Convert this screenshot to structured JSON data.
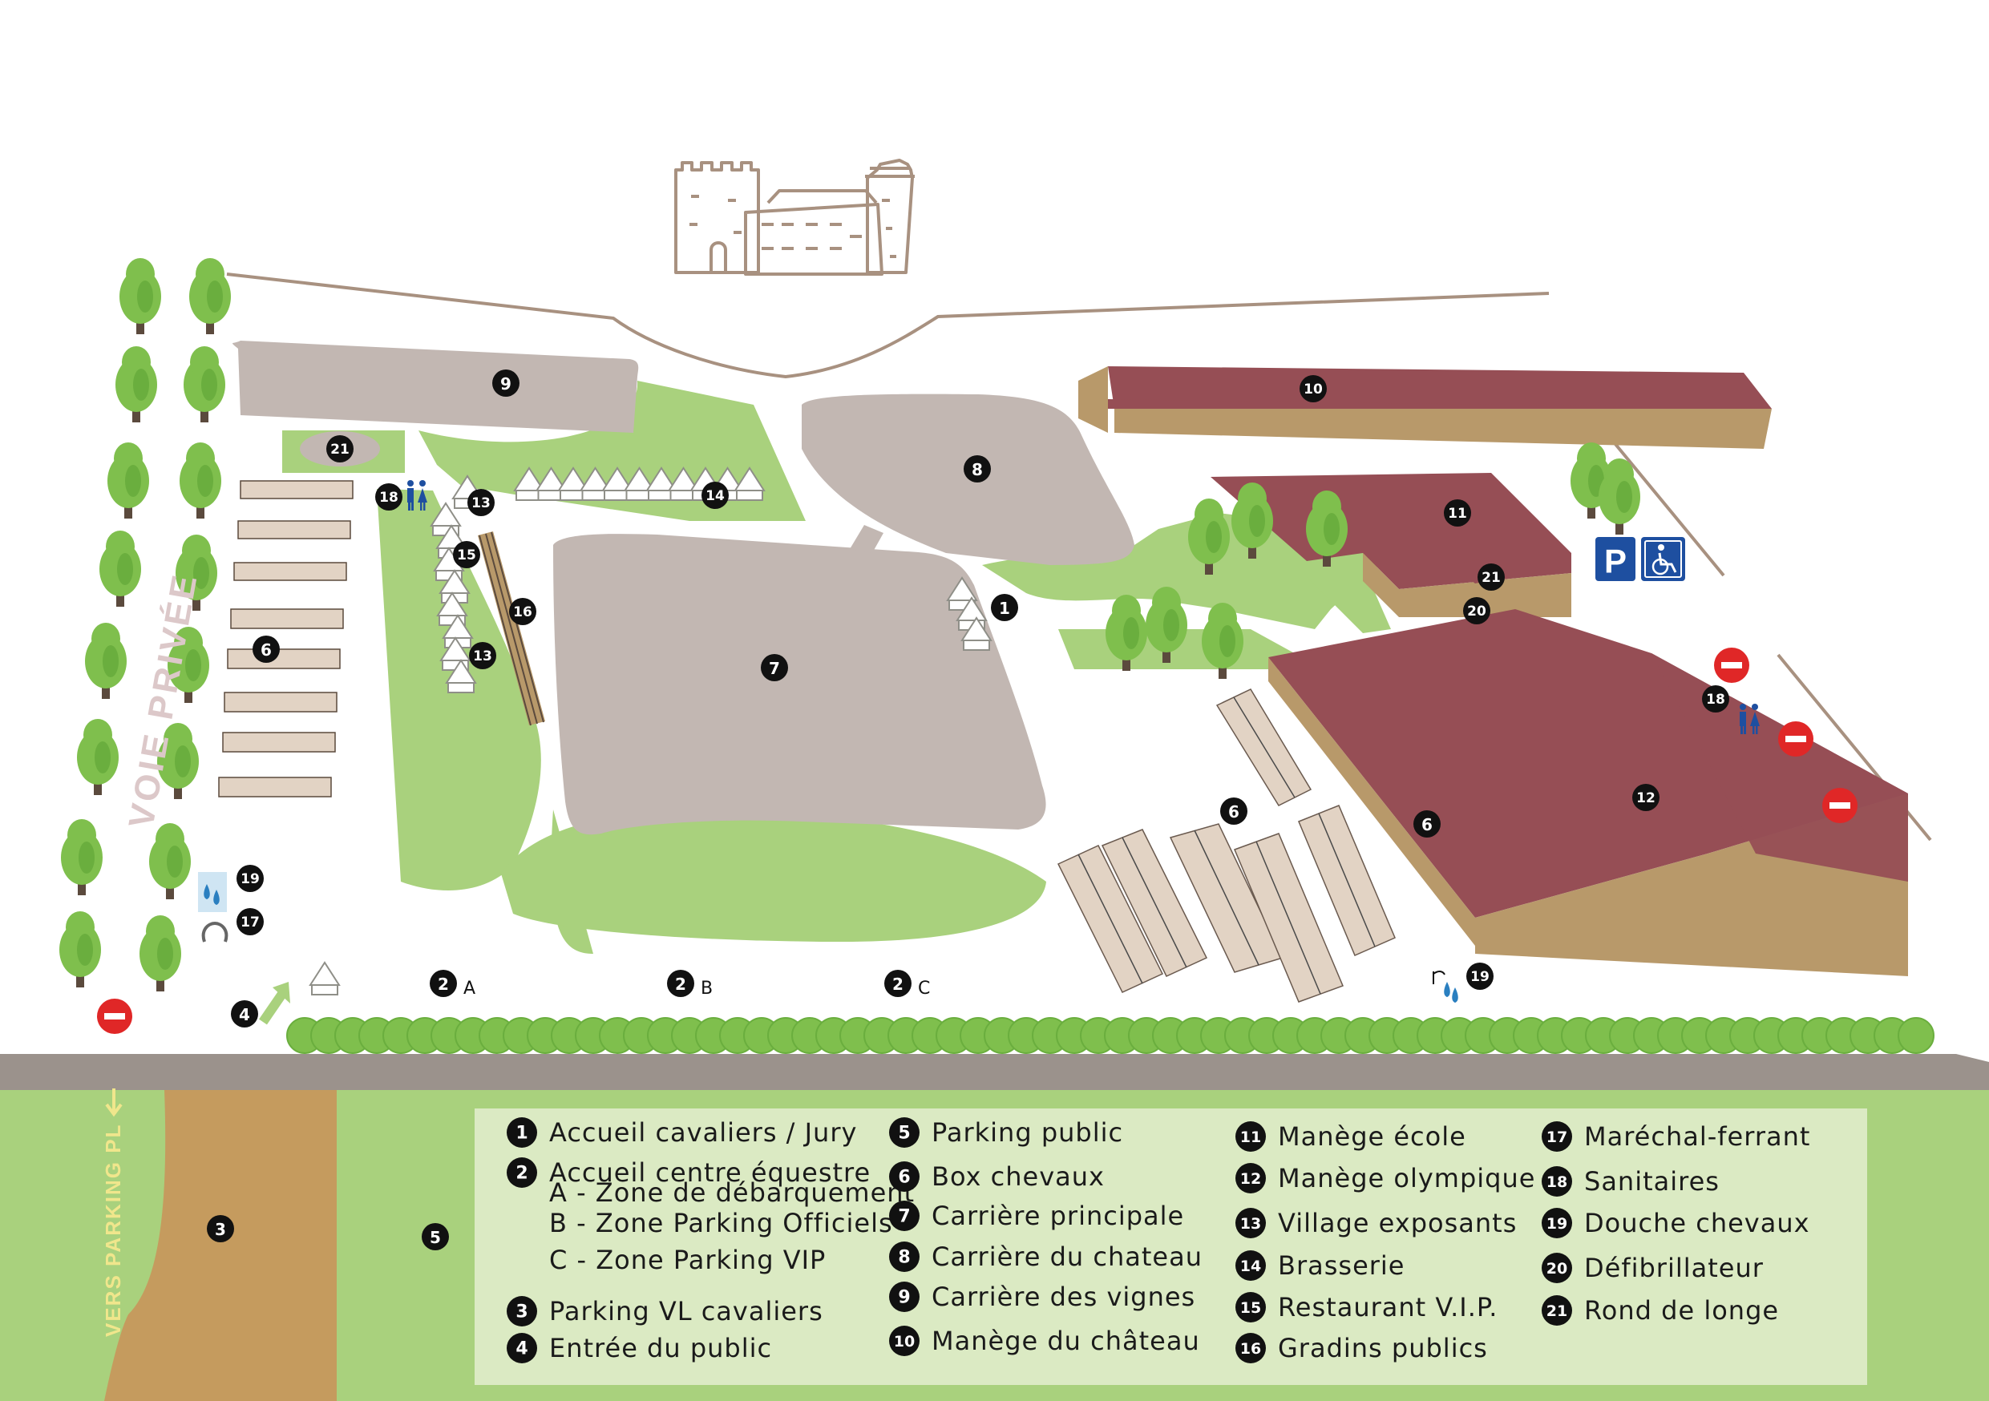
{
  "colors": {
    "background": "#ffffff",
    "grass": "#a9d17d",
    "arena": "#c2b7b2",
    "roof": "#964e55",
    "wall": "#b8996a",
    "stables": "#e2d3c4",
    "road": "#9b928c",
    "parking_pl": "#c59b5e",
    "legend_bg": "#dbeac3",
    "tree": "#7fbf4d",
    "trunk": "#5b4a3d",
    "marker": "#111111",
    "no_entry": "#e02727",
    "parking_sign": "#1e4fa0",
    "water": "#2a7fc0",
    "path": "#8f8f88",
    "road_label": "#dcc8c9",
    "arrow": "#f0e68c",
    "castle_line": "#a89180"
  },
  "road_labels": {
    "voie_privee": "VOIE PRIVÉE",
    "vers_parking_pl": "VERS PARKING PL"
  },
  "markers": {
    "m1": "1",
    "m2a": "2",
    "m2b": "2",
    "m2c": "2",
    "m3": "3",
    "m4": "4",
    "m5": "5",
    "m6a": "6",
    "m6b": "6",
    "m6c": "6",
    "m7": "7",
    "m8": "8",
    "m9": "9",
    "m10": "10",
    "m11": "11",
    "m12": "12",
    "m13a": "13",
    "m13b": "13",
    "m14": "14",
    "m15": "15",
    "m16": "16",
    "m17": "17",
    "m18a": "18",
    "m18b": "18",
    "m19a": "19",
    "m19b": "19",
    "m20": "20",
    "m21a": "21",
    "m21b": "21"
  },
  "zone_letters": {
    "a": "A",
    "b": "B",
    "c": "C"
  },
  "legend": {
    "col1": [
      {
        "num": "1",
        "text": "Accueil cavaliers / Jury"
      },
      {
        "num": "2",
        "text": "Accueil centre équestre",
        "sub": [
          "A - Zone de débarquement",
          "B - Zone Parking Officiels",
          "C - Zone Parking VIP"
        ]
      },
      {
        "num": "3",
        "text": "Parking VL cavaliers"
      },
      {
        "num": "4",
        "text": "Entrée du public"
      }
    ],
    "col2": [
      {
        "num": "5",
        "text": "Parking public"
      },
      {
        "num": "6",
        "text": "Box chevaux"
      },
      {
        "num": "7",
        "text": "Carrière principale"
      },
      {
        "num": "8",
        "text": "Carrière du chateau"
      },
      {
        "num": "9",
        "text": "Carrière des vignes"
      },
      {
        "num": "10",
        "text": "Manège du château"
      }
    ],
    "col3": [
      {
        "num": "11",
        "text": "Manège école"
      },
      {
        "num": "12",
        "text": "Manège olympique"
      },
      {
        "num": "13",
        "text": "Village exposants"
      },
      {
        "num": "14",
        "text": "Brasserie"
      },
      {
        "num": "15",
        "text": "Restaurant V.I.P."
      },
      {
        "num": "16",
        "text": "Gradins publics"
      }
    ],
    "col4": [
      {
        "num": "17",
        "text": "Maréchal-ferrant"
      },
      {
        "num": "18",
        "text": "Sanitaires"
      },
      {
        "num": "19",
        "text": "Douche chevaux"
      },
      {
        "num": "20",
        "text": "Défibrillateur"
      },
      {
        "num": "21",
        "text": "Rond de longe"
      }
    ]
  },
  "icons": {
    "parking": "parking-sign-icon",
    "accessible": "wheelchair-icon",
    "no_entry": "no-entry-icon",
    "restroom": "restroom-icon",
    "shower": "water-drops-icon",
    "horseshoe": "horseshoe-icon",
    "tent": "tent-icon",
    "tree": "tree-icon",
    "castle": "castle-icon",
    "arrow": "entrance-arrow-icon"
  },
  "icon_text": {
    "parking_letter": "P"
  }
}
